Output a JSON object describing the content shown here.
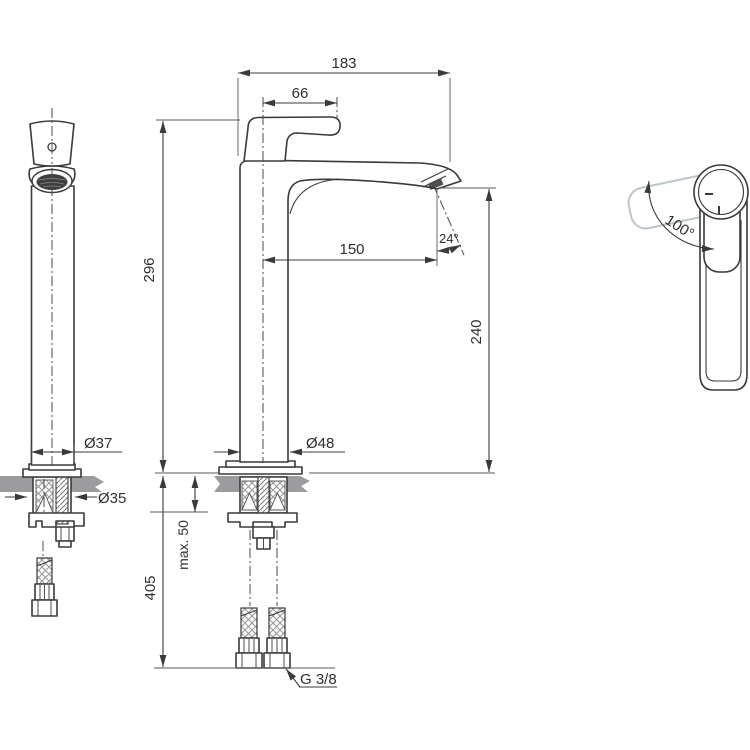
{
  "drawing": {
    "kind": "faucet-dimensional-drawing",
    "views": {
      "front": {
        "dims": {
          "base_diameter": "Ø37",
          "hole_diameter": "Ø35"
        }
      },
      "side": {
        "dims": {
          "total_depth": "183",
          "handle_length": "66",
          "spout_reach": "150",
          "spout_angle": "24°",
          "body_height": "296",
          "spout_height": "240",
          "body_diameter": "Ø48",
          "max_deck_thickness": "max. 50",
          "hose_drop": "405",
          "connection_thread": "G 3/8"
        }
      },
      "top": {
        "dims": {
          "handle_swivel_angle": "100°"
        }
      }
    },
    "colors": {
      "line": "#3a3a3a",
      "countertop": "#9c9c9e",
      "ghost_handle": "#bcc5c9",
      "aerator": "#3f3f3f"
    }
  }
}
